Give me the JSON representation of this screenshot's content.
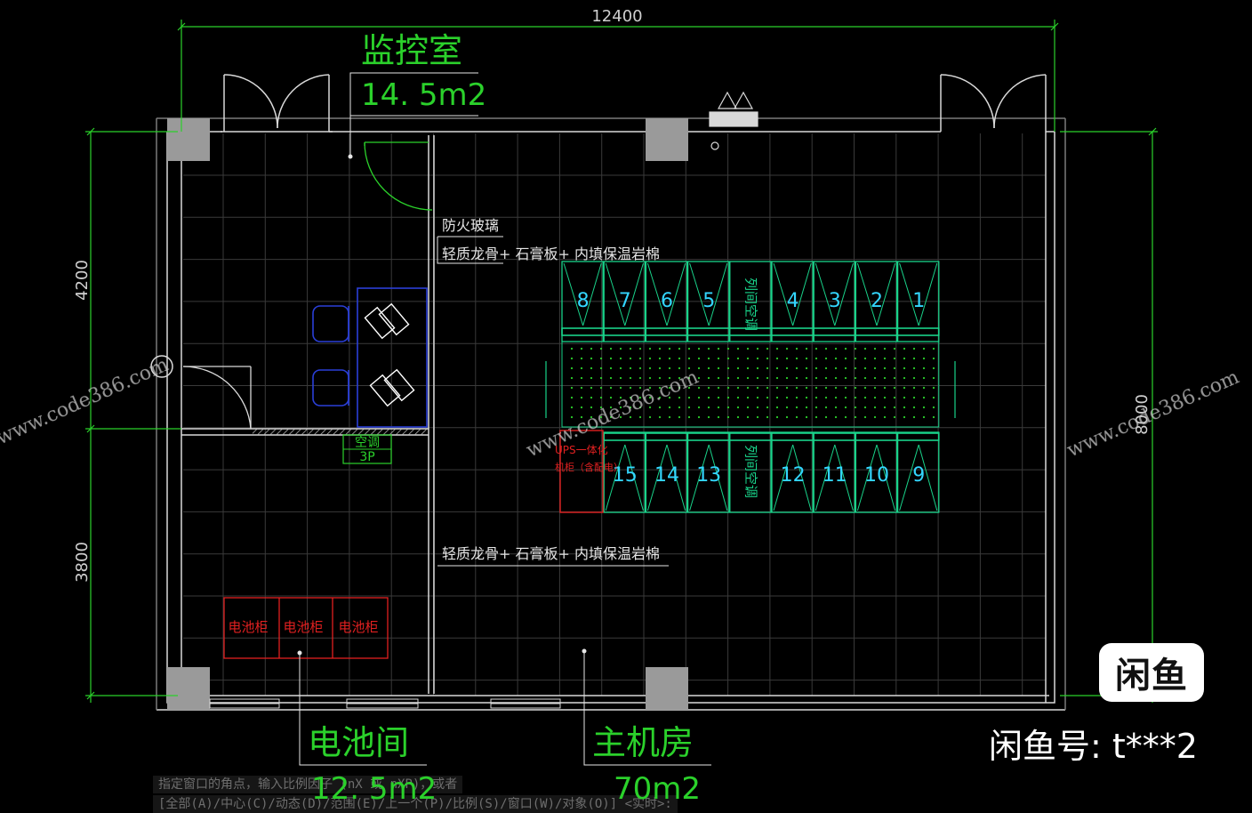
{
  "dimensions": {
    "top_width": "12400",
    "left_upper": "4200",
    "left_lower": "3800",
    "right_height": "8000"
  },
  "rooms": {
    "monitor": {
      "name": "监控室",
      "area": "14. 5m2"
    },
    "battery": {
      "name": "电池间",
      "area": "12. 5m2"
    },
    "server": {
      "name": "主机房",
      "area": "70m2"
    }
  },
  "notes": {
    "fire_glass": "防火玻璃",
    "wall_spec_upper": "轻质龙骨+ 石膏板+ 内填保温岩棉",
    "wall_spec_lower": "轻质龙骨+ 石膏板+ 内填保温岩棉"
  },
  "ac_unit": {
    "line1": "空调",
    "line2": "3P"
  },
  "ups": {
    "line1": "UPS一体化",
    "line2": "机柜（含配电）"
  },
  "row_ac_label": "列间空调",
  "racks_top": [
    "8",
    "7",
    "6",
    "5",
    "4",
    "3",
    "2",
    "1"
  ],
  "racks_bottom": [
    "15",
    "14",
    "13",
    "12",
    "11",
    "10",
    "9"
  ],
  "battery_cabinets": [
    "电池柜",
    "电池柜",
    "电池柜"
  ],
  "watermark": "www.code386.com",
  "command_lines": [
    "指定窗口的角点，输入比例因子 (nX 或 nXP)，或者",
    "[全部(A)/中心(C)/动态(D)/范围(E)/上一个(P)/比例(S)/窗口(W)/对象(O)] <实时>:"
  ],
  "badge": {
    "logo": "闲鱼",
    "seller_id": "闲鱼号: t***2"
  },
  "colors": {
    "background": "#000000",
    "wall": "#d9d9d9",
    "grid": "#3a3a3a",
    "dimension": "#2bd12b",
    "rack": "#19d38a",
    "rack_number": "#33d6ff",
    "battery": "#e02020",
    "blue_furniture": "#2a3fd8",
    "note": "#e6e6e6"
  }
}
